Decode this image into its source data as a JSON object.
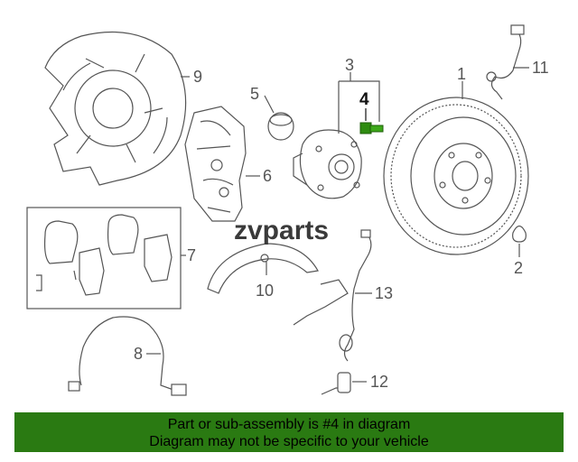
{
  "diagram": {
    "watermark": "zvparts",
    "callouts": {
      "c1": "1",
      "c2": "2",
      "c3": "3",
      "c4": "4",
      "c5": "5",
      "c6": "6",
      "c7": "7",
      "c8": "8",
      "c9": "9",
      "c10": "10",
      "c11": "11",
      "c12": "12",
      "c13": "13"
    },
    "highlight_color": "#2e8b10"
  },
  "footer": {
    "line1": "Part or sub-assembly is #4 in diagram",
    "line2": "Diagram may not be specific to your vehicle",
    "background": "#2a7a12"
  }
}
